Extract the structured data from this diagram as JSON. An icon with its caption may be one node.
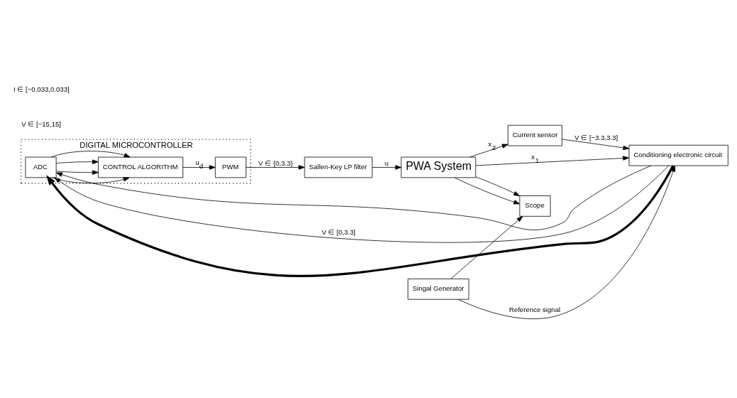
{
  "diagram": {
    "nodes": [
      {
        "text": [
          "DIGITAL MICROCONTROLLER"
        ]
      },
      {
        "text": [
          "ADC"
        ],
        "in": 0
      },
      {
        "text": [
          "CONTROL ALGORITHM"
        ],
        "in": 0
      },
      {
        "text": [
          "PWM"
        ],
        "in": 0
      },
      {
        "text": [
          "Sallen-Key LP filter"
        ]
      },
      {
        "text": [
          "PWA System"
        ]
      },
      {
        "text": [
          "Current sensor"
        ]
      },
      {
        "text": [
          "Conditioning electronic circuit"
        ]
      },
      {
        "text": [
          "Singal Generator"
        ]
      },
      {
        "text": [
          "Scope"
        ]
      }
    ],
    "edges": [
      {
        "from": 1,
        "to": 2,
        "arrow": "to"
      },
      {
        "from": 1,
        "to": 2,
        "arrow": "to"
      },
      {
        "from": 1,
        "to": 2,
        "arrow": "to"
      },
      {
        "from": 1,
        "to": 2,
        "arrow": "to"
      },
      {
        "from": 2,
        "to": 3,
        "arrow": "to",
        "label": "u$_{d}$"
      },
      {
        "from": 3,
        "to": 4,
        "arrow": "to",
        "label": "V ∈ {0,3.3}"
      },
      {
        "from": 4,
        "to": 5,
        "arrow": "to",
        "label": "u"
      },
      {
        "from": 5,
        "to": 6,
        "arrow": "to",
        "label": "x$_{2}$"
      },
      {
        "from": 5,
        "to": 7,
        "arrow": "to",
        "label": "x$_{1}$"
      },
      {
        "from": 5,
        "to": 9,
        "arrow": "to"
      },
      {
        "from": 5,
        "to": 9,
        "arrow": "to"
      },
      {
        "from": 6,
        "to": 7,
        "arrow": "to",
        "label": "V ∈ [−3.3,3.3]"
      },
      {
        "from": 7,
        "to": 1,
        "arrow": "to"
      },
      {
        "from": 7,
        "to": 1,
        "arrow": "to",
        "label": "V ∈ [0,3.3]"
      },
      {
        "from": 7,
        "to": 1,
        "arrow": "to",
        "style": "thick"
      },
      {
        "from": 8,
        "to": 7,
        "arrow": "to",
        "label": "Reference signal"
      },
      {
        "from": 8,
        "to": 9,
        "arrow": "to"
      }
    ],
    "labels": [
      "V ∈ [−15,15]",
      "I ∈ [−0.033,0.033]"
    ]
  }
}
